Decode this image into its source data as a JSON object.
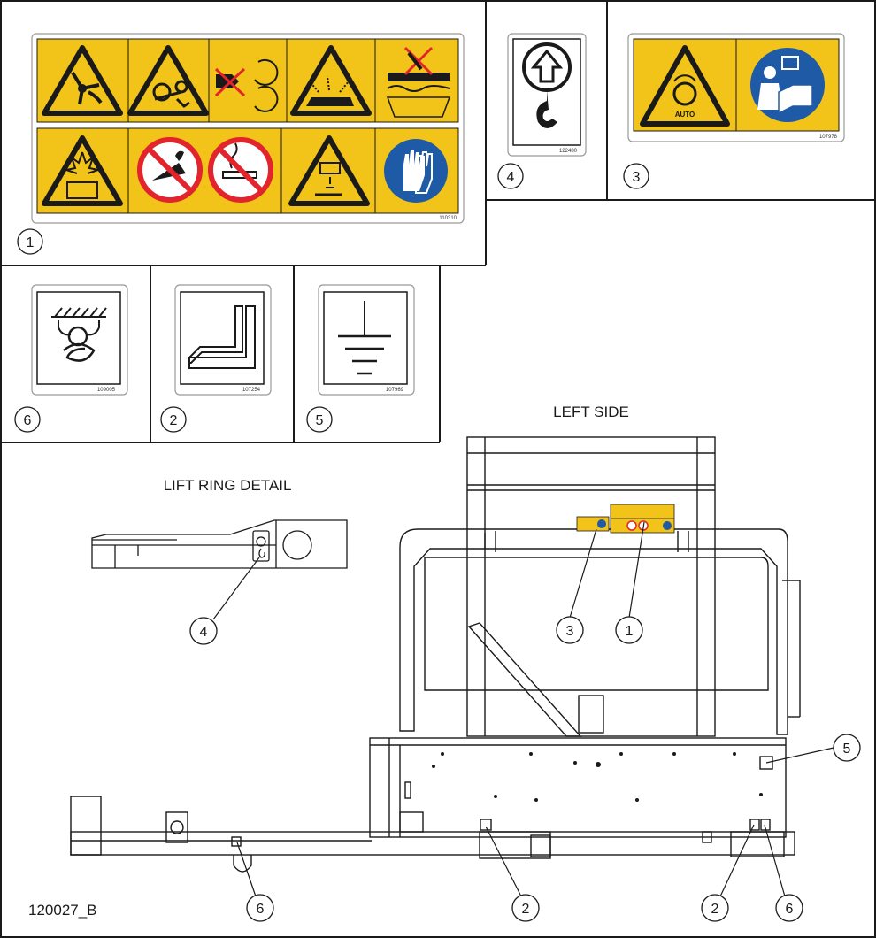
{
  "decals": [
    {
      "callout": "1",
      "part_number": "110310"
    },
    {
      "callout": "4",
      "part_number": "122480"
    },
    {
      "callout": "3",
      "part_number": "107978"
    },
    {
      "callout": "6",
      "part_number": "109005"
    },
    {
      "callout": "2",
      "part_number": "107254"
    },
    {
      "callout": "5",
      "part_number": "107969"
    }
  ],
  "auto_text": "AUTO",
  "views": {
    "left_side_title": "LEFT SIDE",
    "lift_ring_title": "LIFT RING DETAIL"
  },
  "callouts": {
    "c1": "1",
    "c2": "2",
    "c3": "3",
    "c4": "4",
    "c5": "5",
    "c6": "6"
  },
  "drawing_number": "120027_B",
  "colors": {
    "safety_yellow": "#f2c318",
    "prohibition_red": "#e2242c",
    "mandatory_blue": "#1f5aa6",
    "line": "#1a1a1a"
  }
}
